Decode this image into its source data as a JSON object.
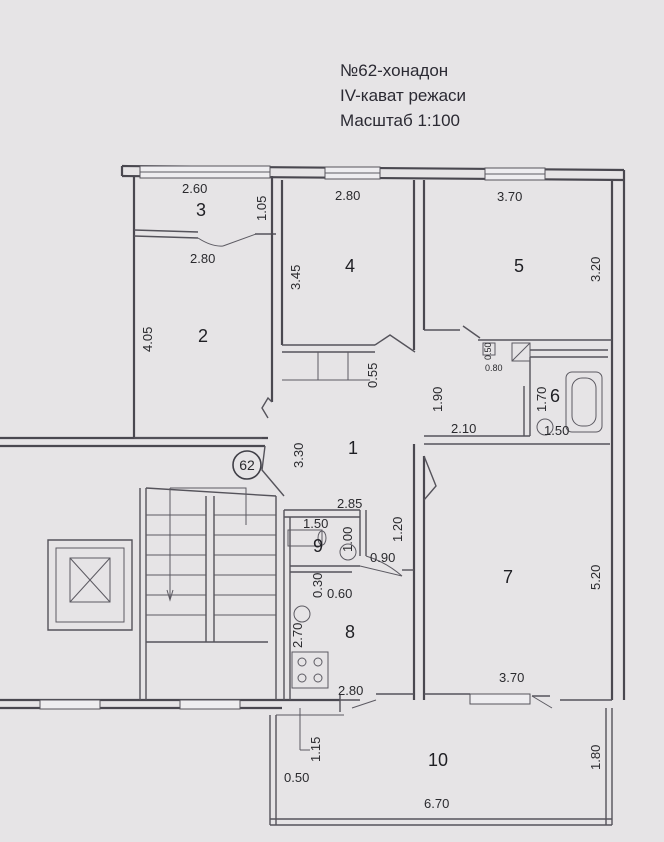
{
  "header": {
    "line1": "№62-хонадон",
    "line2": "IV-кават режаси",
    "line3": "Масштаб 1:100"
  },
  "apartment_badge": "62",
  "rooms": {
    "r1": "1",
    "r2": "2",
    "r3": "3",
    "r4": "4",
    "r5": "5",
    "r6": "6",
    "r7": "7",
    "r8": "8",
    "r9": "9",
    "r10": "10"
  },
  "dims": {
    "d260": "2.60",
    "d105": "1.05",
    "d280a": "2.80",
    "d280b": "2.80",
    "d370a": "3.70",
    "d345": "3.45",
    "d320": "3.20",
    "d405": "4.05",
    "d055": "0.55",
    "d050a": "0.50",
    "d080": "0.80",
    "d190": "1.90",
    "d170": "1.70",
    "d210": "2.10",
    "d150a": "1.50",
    "d330": "3.30",
    "d285": "2.85",
    "d150b": "1.50",
    "d100": "1.00",
    "d120": "1.20",
    "d090": "0.90",
    "d030": "0.30",
    "d060": "0.60",
    "d270": "2.70",
    "d520": "5.20",
    "d370b": "3.70",
    "d280c": "2.80",
    "d115": "1.15",
    "d050b": "0.50",
    "d180": "1.80",
    "d670": "6.70"
  }
}
